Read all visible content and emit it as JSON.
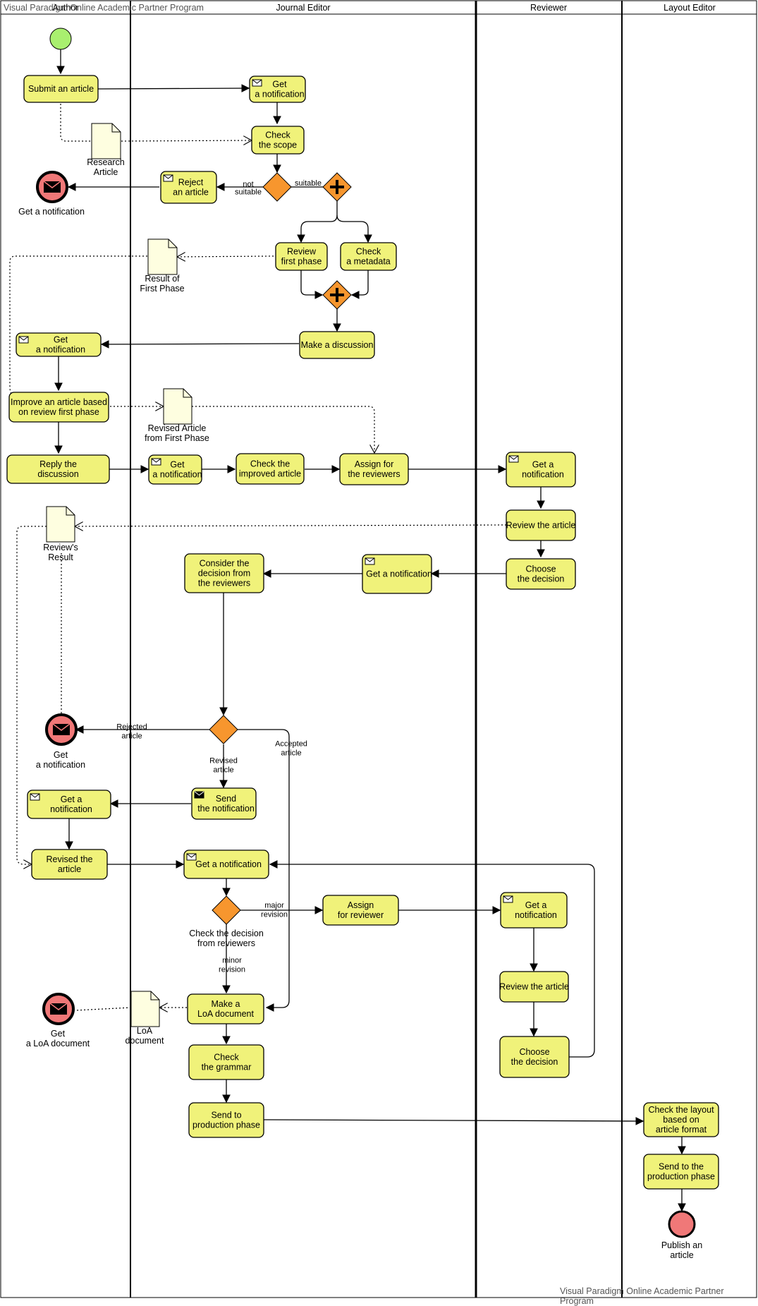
{
  "watermark": "Visual Paradigm Online Academic Partner Program",
  "colors": {
    "task_fill": "#f0f27a",
    "gateway_fill": "#f7962e",
    "start_fill": "#a9ef6f",
    "end_fill": "#f07878",
    "doc_fill": "#fefee0",
    "stroke": "#000000"
  },
  "lanes": {
    "author": "Author",
    "journal_editor": "Journal Editor",
    "reviewer": "Reviewer",
    "layout_editor": "Layout Editor"
  },
  "tasks": {
    "submit_article": [
      "Submit an article"
    ],
    "je_get_notif_1": [
      "Get",
      "a notification"
    ],
    "check_scope": [
      "Check",
      "the scope"
    ],
    "reject_article": [
      "Reject",
      "an article"
    ],
    "review_first_phase": [
      "Review",
      "first phase"
    ],
    "check_metadata": [
      "Check",
      "a metadata"
    ],
    "make_discussion": [
      "Make a discussion"
    ],
    "author_get_notif_1": [
      "Get",
      "a notification"
    ],
    "improve_article": [
      "Improve an article based",
      "on review first phase"
    ],
    "reply_discussion": [
      "Reply the",
      "discussion"
    ],
    "je_get_notif_2": [
      "Get",
      "a notification"
    ],
    "check_improved": [
      "Check the",
      "improved article"
    ],
    "assign_reviewers": [
      "Assign for",
      "the reviewers"
    ],
    "rev_get_notif_1": [
      "Get  a",
      "notification"
    ],
    "review_article_1": [
      "Review the article"
    ],
    "choose_decision_1": [
      "Choose",
      "the decision"
    ],
    "je_get_notif_3": [
      "Get  a notification"
    ],
    "consider_decision": [
      "Consider the",
      "decision from",
      "the reviewers"
    ],
    "send_notification": [
      "Send",
      "the notification"
    ],
    "author_get_notif_2": [
      "Get a",
      "notification"
    ],
    "revised_article": [
      "Revised the",
      "article"
    ],
    "je_get_notif_4": [
      "Get a notification"
    ],
    "assign_reviewer": [
      "Assign",
      "for reviewer"
    ],
    "rev_get_notif_2": [
      "Get  a",
      "notification"
    ],
    "review_article_2": [
      "Review the article"
    ],
    "choose_decision_2": [
      "Choose",
      "the decision"
    ],
    "make_loa": [
      "Make a",
      "LoA document"
    ],
    "check_grammar": [
      "Check",
      "the grammar"
    ],
    "send_production": [
      "Send to",
      "production phase"
    ],
    "check_layout": [
      "Check the layout",
      "based on",
      "article format"
    ],
    "send_production_2": [
      "Send to the",
      "production phase"
    ]
  },
  "documents": {
    "research_article": [
      "Research",
      "Article"
    ],
    "result_first_phase": [
      "Result of",
      "First Phase"
    ],
    "revised_first_phase": [
      "Revised Article",
      "from First Phase"
    ],
    "reviews_result": [
      "Review's",
      "Result"
    ],
    "loa_document": [
      "LoA",
      "document"
    ]
  },
  "events": {
    "end_notif_1": [
      "Get a notification"
    ],
    "end_notif_2": [
      "Get",
      "a notification"
    ],
    "end_loa": [
      "Get",
      "a LoA document"
    ],
    "end_publish": [
      "Publish an",
      "article"
    ]
  },
  "flow_labels": {
    "not_suitable": [
      "not",
      "suitable"
    ],
    "suitable": [
      "suitable"
    ],
    "rejected_article": [
      "Rejected",
      "article"
    ],
    "accepted_article": [
      "Accepted",
      "article"
    ],
    "revised_article": [
      "Revised",
      "article"
    ],
    "major_revision": [
      "major",
      "revision"
    ],
    "minor_revision": [
      "minor",
      "revision"
    ],
    "check_decision_reviewers": [
      "Check the decision",
      "from reviewers"
    ]
  }
}
